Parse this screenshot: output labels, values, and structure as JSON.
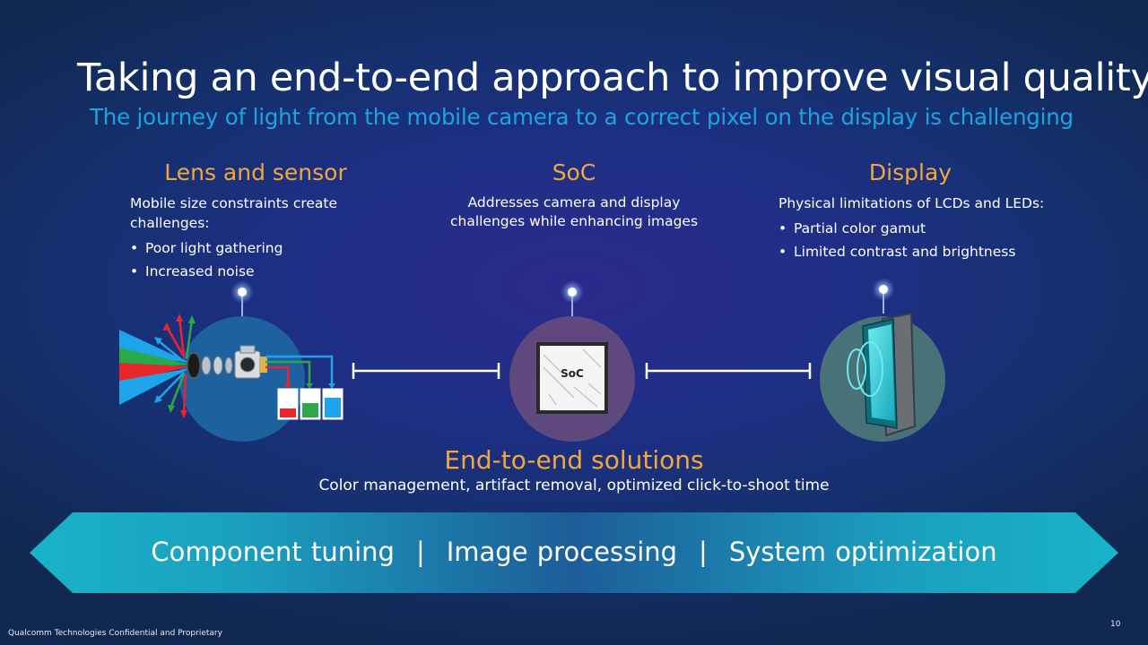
{
  "slide": {
    "title": "Taking an end-to-end approach to improve visual quality",
    "subtitle": "The journey of light from the mobile camera to a correct pixel on the display is challenging"
  },
  "columns": {
    "lens": {
      "heading": "Lens and sensor",
      "intro": "Mobile size constraints create challenges:",
      "bullets": [
        "Poor light gathering",
        "Increased noise"
      ]
    },
    "soc": {
      "heading": "SoC",
      "text_line1": "Addresses camera and display",
      "text_line2": "challenges while enhancing images",
      "chip_label": "SoC"
    },
    "display": {
      "heading": "Display",
      "intro": "Physical limitations of LCDs and LEDs:",
      "bullets": [
        "Partial color gamut",
        "Limited contrast and brightness"
      ]
    }
  },
  "solutions": {
    "heading": "End-to-end solutions",
    "text": "Color management, artifact removal, optimized click-to-shoot time"
  },
  "banner": {
    "items": [
      "Component tuning",
      "Image processing",
      "System optimization"
    ],
    "separator": "|"
  },
  "footer": {
    "confidential": "Qualcomm Technologies Confidential and Proprietary",
    "page_number": "10"
  },
  "colors": {
    "heading_orange": "#f0a83e",
    "subtitle_blue": "#1fa3e0",
    "banner_teal": "#19b3c9",
    "red": "#e8262b",
    "green": "#2aa84a",
    "blue": "#1ea4e8"
  },
  "icons": [
    "camera-light-icon",
    "soc-chip-icon",
    "display-phone-icon",
    "pin-icon"
  ]
}
